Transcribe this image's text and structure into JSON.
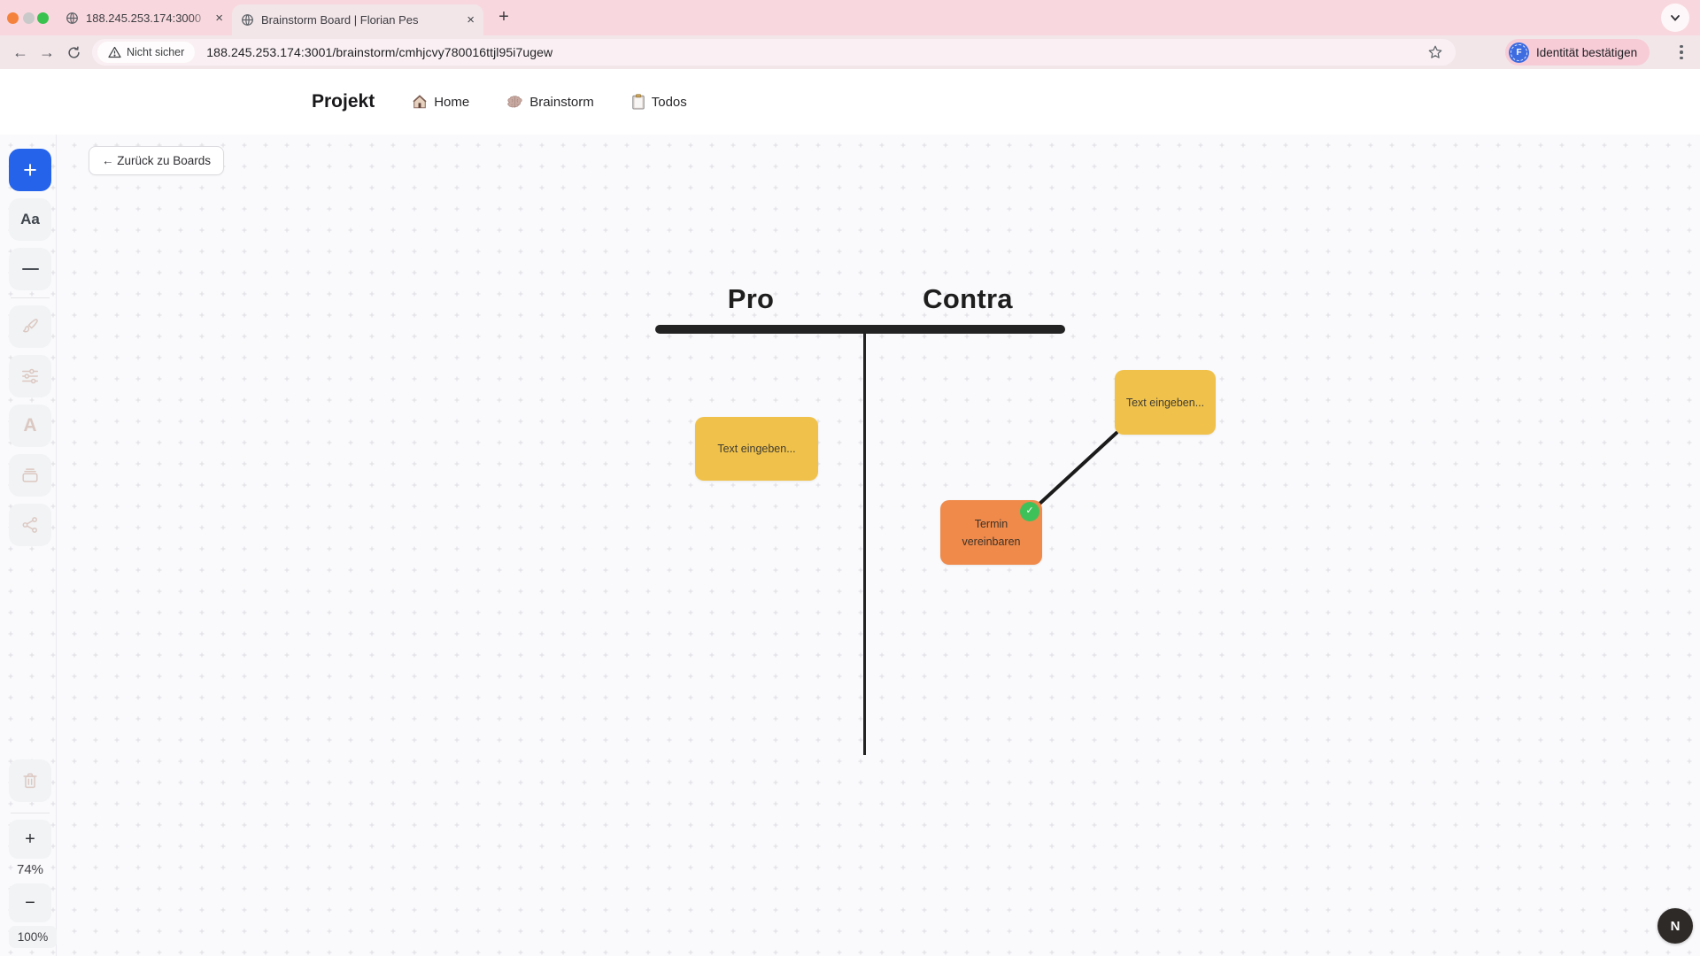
{
  "browser": {
    "tabs": [
      {
        "title": "188.245.253.174:3000",
        "active": false
      },
      {
        "title": "Brainstorm Board | Florian Pes",
        "active": true
      }
    ],
    "security_label": "Nicht sicher",
    "url": "188.245.253.174:3001/brainstorm/cmhjcvy780016ttjl95i7ugew",
    "identity_label": "Identität bestätigen",
    "identity_avatar_letter": "F"
  },
  "header": {
    "title": "Projekt",
    "nav": [
      {
        "label": "Home",
        "icon": "house-icon"
      },
      {
        "label": "Brainstorm",
        "icon": "brain-icon"
      },
      {
        "label": "Todos",
        "icon": "clipboard-icon"
      }
    ]
  },
  "tools": {
    "add": "+",
    "text_tool": "Aa",
    "zoom_in": "+",
    "zoom_level": "74%",
    "zoom_out": "−",
    "zoom_reset": "100%"
  },
  "board": {
    "back_button_label": "← Zurück zu Boards",
    "t_chart": {
      "left": "Pro",
      "right": "Contra"
    },
    "notes": [
      {
        "text": "Text eingeben...",
        "color": "#f0c24c",
        "side": "pro"
      },
      {
        "text": "Text eingeben...",
        "color": "#f0c24c",
        "side": "contra"
      },
      {
        "text": "Termin vereinbaren",
        "color": "#ef8a4b",
        "side": "contra",
        "done": true
      }
    ],
    "done_check": "✓",
    "user_avatar_letter": "N"
  },
  "colors": {
    "theme_pink": "#f8d8de",
    "toolbar_pink": "#f2e6e9",
    "accent_blue": "#2563eb",
    "note_yellow": "#f0c24c",
    "note_orange": "#ef8a4b",
    "done_green": "#3fc15a",
    "chart_black": "#232323"
  }
}
